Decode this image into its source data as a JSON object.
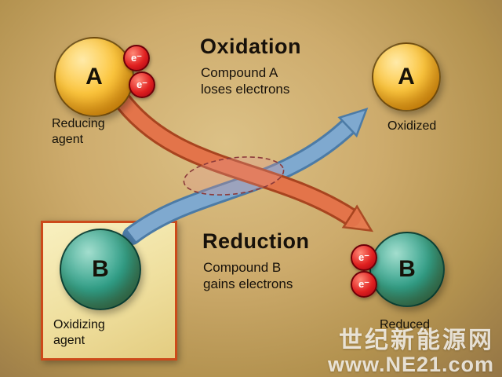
{
  "oxidation": {
    "title": "Oxidation",
    "description": "Compound A\nloses electrons"
  },
  "reduction": {
    "title": "Reduction",
    "description": "Compound B\ngains electrons"
  },
  "compound_a": {
    "start": {
      "label": "A",
      "caption": "Reducing\nagent",
      "electrons": [
        "e⁻",
        "e⁻"
      ]
    },
    "end": {
      "label": "A",
      "caption": "Oxidized"
    }
  },
  "compound_b": {
    "start": {
      "label": "B",
      "caption": "Oxidizing\nagent"
    },
    "end": {
      "label": "B",
      "caption": "Reduced",
      "electrons": [
        "e⁻",
        "e⁻"
      ]
    }
  },
  "colors": {
    "orange_arrow": "#e8794e",
    "orange_arrow_outline": "#a8441f",
    "blue_arrow": "#7fa9cf",
    "blue_arrow_outline": "#4c7ba6",
    "overlap_ellipse_fill": "rgba(225,150,150,0.30)",
    "overlap_ellipse_stroke": "#8b3a3a"
  },
  "watermark": {
    "line1": "世纪新能源网",
    "line2": "www.NE21.com"
  }
}
